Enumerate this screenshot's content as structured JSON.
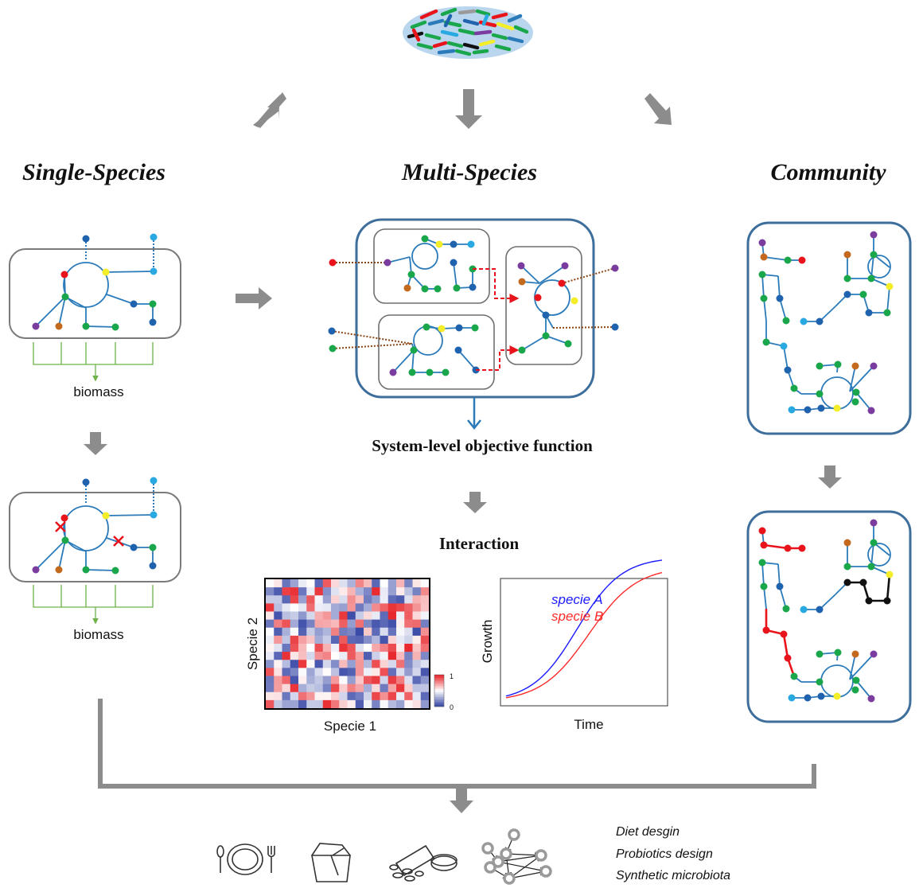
{
  "sections": {
    "single": "Single-Species",
    "multi": "Multi-Species",
    "community": "Community"
  },
  "labels": {
    "biomass_top": "biomass",
    "biomass_bottom": "biomass",
    "objective": "System-level objective function",
    "interaction": "Interaction"
  },
  "heatmap": {
    "xlabel": "Specie 1",
    "ylabel": "Specie 2",
    "colorbar_min": "0",
    "colorbar_max": "1",
    "colors": {
      "low": "#3b4ba8",
      "mid": "#ffffff",
      "high": "#e8262b"
    }
  },
  "growth": {
    "xlabel": "Time",
    "ylabel": "Growth",
    "series": [
      {
        "name": "specie A",
        "color": "#1a1aff"
      },
      {
        "name": "specie B",
        "color": "#ff2a2a"
      }
    ]
  },
  "applications": [
    "Diet desgin",
    "Probiotics design",
    "Synthetic microbiota"
  ],
  "colors": {
    "arrow_gray": "#8c8c8c",
    "box_blue": "#3d6e9c",
    "edge_blue": "#2b7bba",
    "node_green": "#1aa64a",
    "node_red": "#e8131b",
    "node_yellow": "#f4ee2a",
    "node_navy": "#1f62ae",
    "node_sky": "#29a9e1",
    "node_purple": "#7a3c9e",
    "node_orange": "#c46a1e",
    "brown_dotted": "#8b4513",
    "biomass_green": "#6db34a"
  }
}
